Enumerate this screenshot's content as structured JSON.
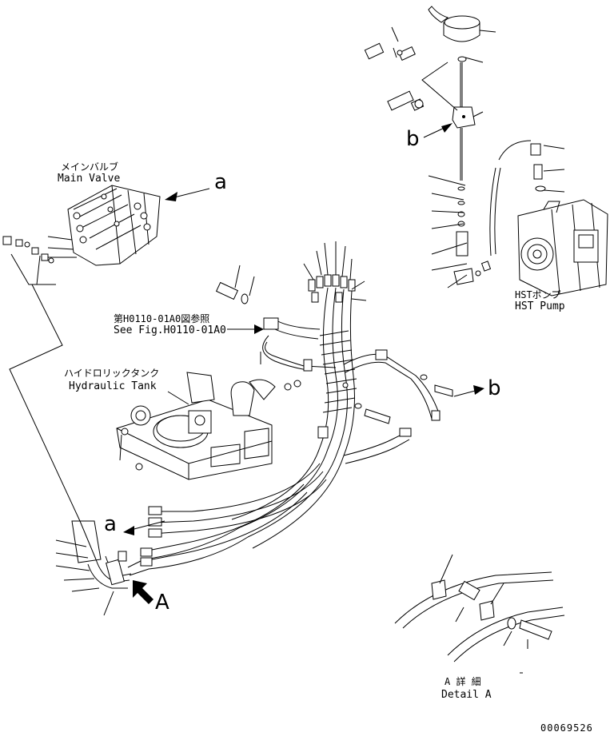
{
  "labels": {
    "main_valve_jp": "メインバルブ",
    "main_valve_en": "Main Valve",
    "ref_jp": "第H0110-01A0図参照",
    "ref_en": "See Fig.H0110-01A0",
    "tank_jp": "ハイドロリックタンク",
    "tank_en": "Hydraulic Tank",
    "hst_jp": "HSTポンプ",
    "hst_en": "HST Pump",
    "detail_jp": "A 詳 細",
    "detail_en": "Detail A",
    "callout_a_top": "a",
    "callout_a_left": "a",
    "callout_b_top": "b",
    "callout_b_right": "b",
    "callout_A": "A",
    "drawing_number": "00069526"
  }
}
